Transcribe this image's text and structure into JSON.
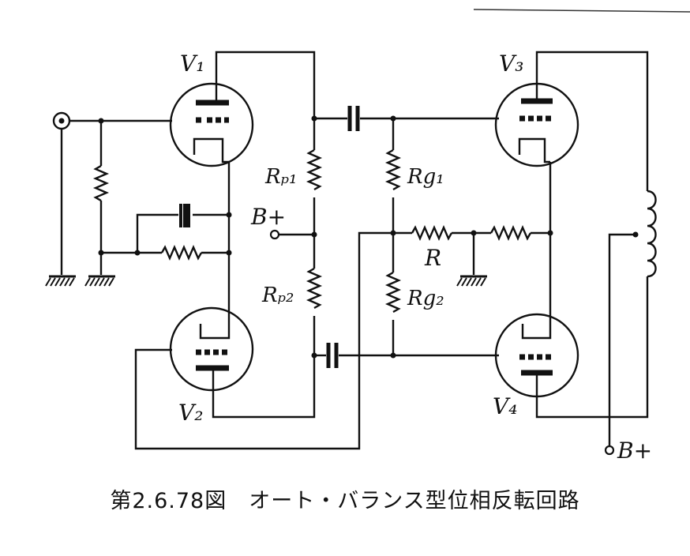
{
  "labels": {
    "v1": "V₁",
    "v2": "V₂",
    "v3": "V₃",
    "v4": "V₄",
    "rp1": "Rₚ₁",
    "rp2": "Rₚ₂",
    "rg1": "Rg₁",
    "rg2": "Rg₂",
    "r": "R",
    "bplus_left": "B+",
    "bplus_right": "B+"
  },
  "caption": "第2.6.78図　オート・バランス型位相反転回路"
}
